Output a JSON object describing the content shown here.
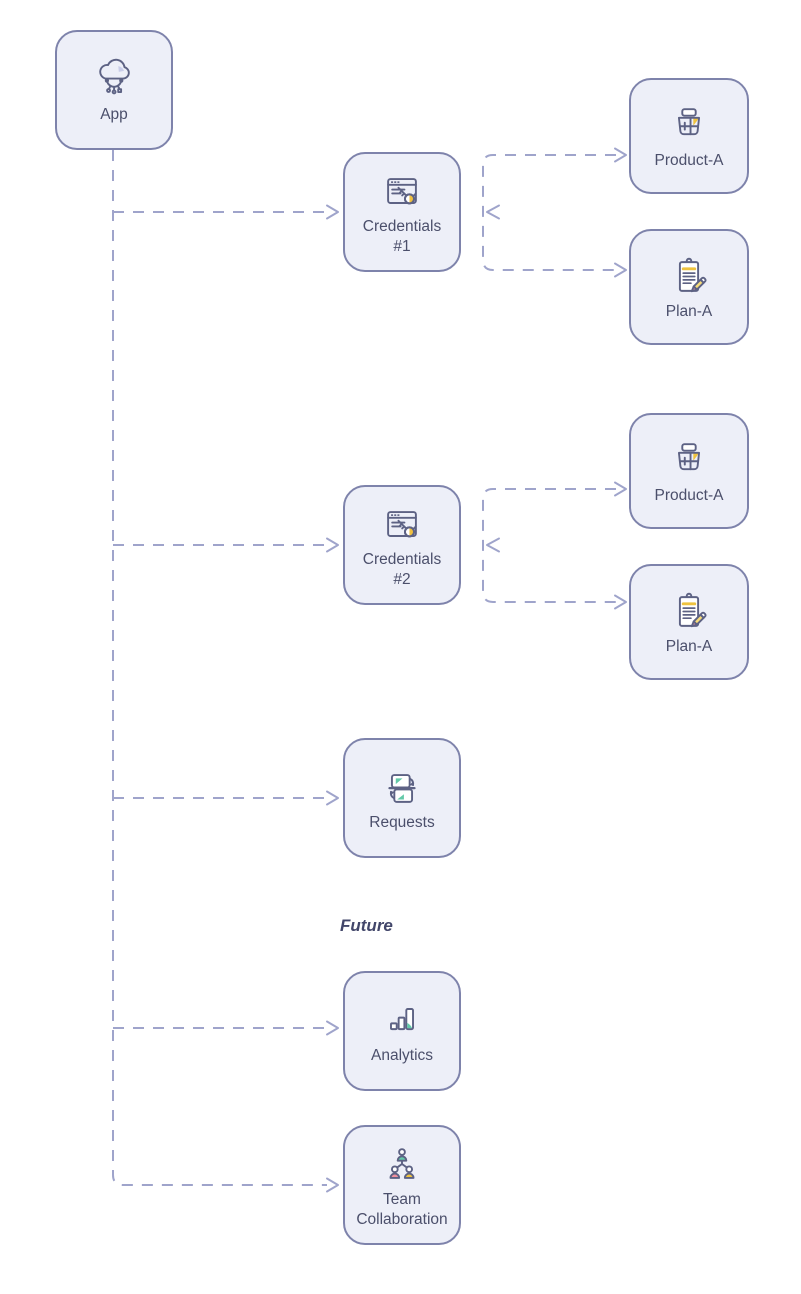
{
  "diagram": {
    "future_label": "Future",
    "nodes": [
      {
        "id": "app",
        "label": "App",
        "icon": "cloud-app-icon"
      },
      {
        "id": "credentials-1",
        "label": "Credentials\n#1",
        "icon": "browser-key-icon"
      },
      {
        "id": "product-a-1",
        "label": "Product-A",
        "icon": "product-basket-icon"
      },
      {
        "id": "plan-a-1",
        "label": "Plan-A",
        "icon": "plan-clipboard-icon"
      },
      {
        "id": "credentials-2",
        "label": "Credentials\n#2",
        "icon": "browser-key-icon"
      },
      {
        "id": "product-a-2",
        "label": "Product-A",
        "icon": "product-basket-icon"
      },
      {
        "id": "plan-a-2",
        "label": "Plan-A",
        "icon": "plan-clipboard-icon"
      },
      {
        "id": "requests",
        "label": "Requests",
        "icon": "sync-requests-icon"
      },
      {
        "id": "analytics",
        "label": "Analytics",
        "icon": "bar-chart-icon"
      },
      {
        "id": "team-collaboration",
        "label": "Team\nCollaboration",
        "icon": "team-org-icon"
      }
    ],
    "edges": [
      {
        "from": "app",
        "to": "credentials-1"
      },
      {
        "from": "app",
        "to": "credentials-2"
      },
      {
        "from": "app",
        "to": "requests"
      },
      {
        "from": "app",
        "to": "analytics"
      },
      {
        "from": "app",
        "to": "team-collaboration"
      },
      {
        "from": "credentials-1",
        "to": "product-a-1"
      },
      {
        "from": "credentials-1",
        "to": "plan-a-1"
      },
      {
        "from": "credentials-2",
        "to": "product-a-2"
      },
      {
        "from": "credentials-2",
        "to": "plan-a-2"
      }
    ],
    "colors": {
      "node_fill": "#edeff8",
      "node_border": "#7e83ab",
      "connector": "#9fa4cb",
      "label_text": "#4b4f6b",
      "icon_stroke": "#5d6284",
      "accent_yellow": "#eec23f",
      "accent_teal": "#63c9a8",
      "accent_pink": "#f2909e",
      "accent_lavender": "#c9cde9"
    }
  }
}
